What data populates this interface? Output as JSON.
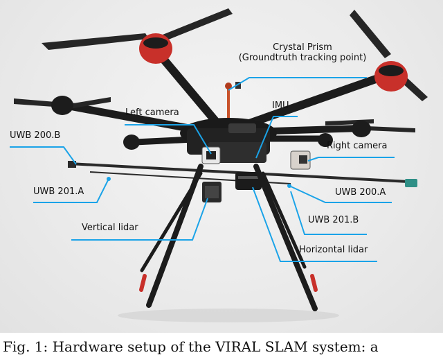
{
  "figure": {
    "labels": {
      "crystal_prism_line1": "Crystal Prism",
      "crystal_prism_line2": "(Groundtruth tracking point)",
      "imu": "IMU",
      "left_camera": "Left camera",
      "uwb_200b": "UWB 200.B",
      "right_camera": "Right camera",
      "uwb_201a": "UWB 201.A",
      "uwb_200a": "UWB 200.A",
      "uwb_201b": "UWB 201.B",
      "vertical_lidar": "Vertical lidar",
      "horizontal_lidar": "Horizontal lidar"
    },
    "colors": {
      "leader_line": "#1aa3e8",
      "motor_red": "#c8302a",
      "frame": "#1c1c1c"
    }
  },
  "caption": {
    "text": "Fig.  1:  Hardware  setup  of  the  VIRAL  SLAM  system:  a"
  }
}
